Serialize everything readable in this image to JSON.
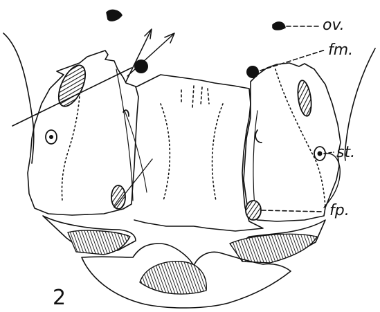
{
  "figure": {
    "number": "2",
    "labels": {
      "ov": "ov.",
      "fm": "fm.",
      "st": "st.",
      "fp": "fp."
    }
  },
  "colors": {
    "ink": "#111111",
    "paper": "#ffffff"
  }
}
